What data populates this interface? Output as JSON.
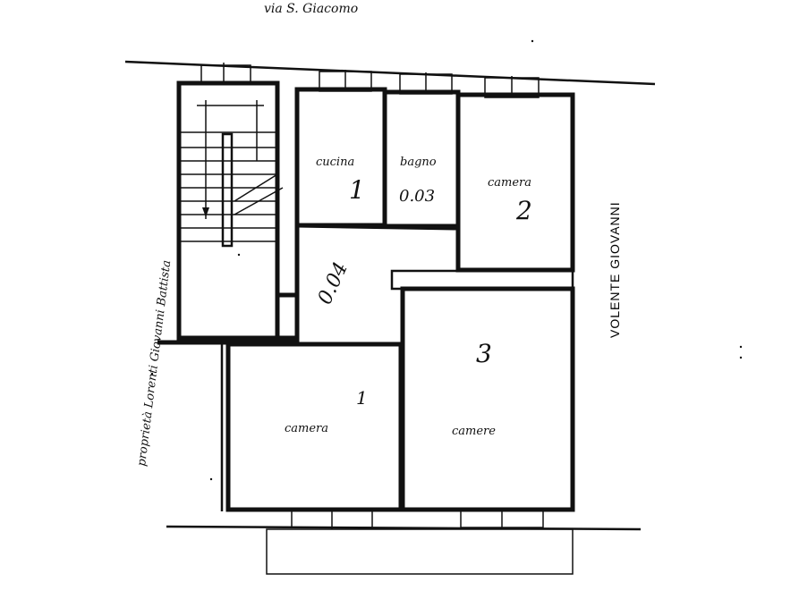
{
  "street": "via S. Giacomo",
  "neighbor_left": "proprietà Lorenti Giovanni Battista",
  "neighbor_right": "VOLENTE GIOVANNI",
  "rooms": {
    "cucina": {
      "label": "cucina",
      "number": "1"
    },
    "bagno": {
      "label": "bagno",
      "number": "0.03"
    },
    "camera2": {
      "label": "camera",
      "number": "2"
    },
    "corridoio": {
      "number": "0.04"
    },
    "camera1": {
      "label": "camera",
      "number": "1"
    },
    "camera3": {
      "label": "camere",
      "number": "3"
    }
  }
}
